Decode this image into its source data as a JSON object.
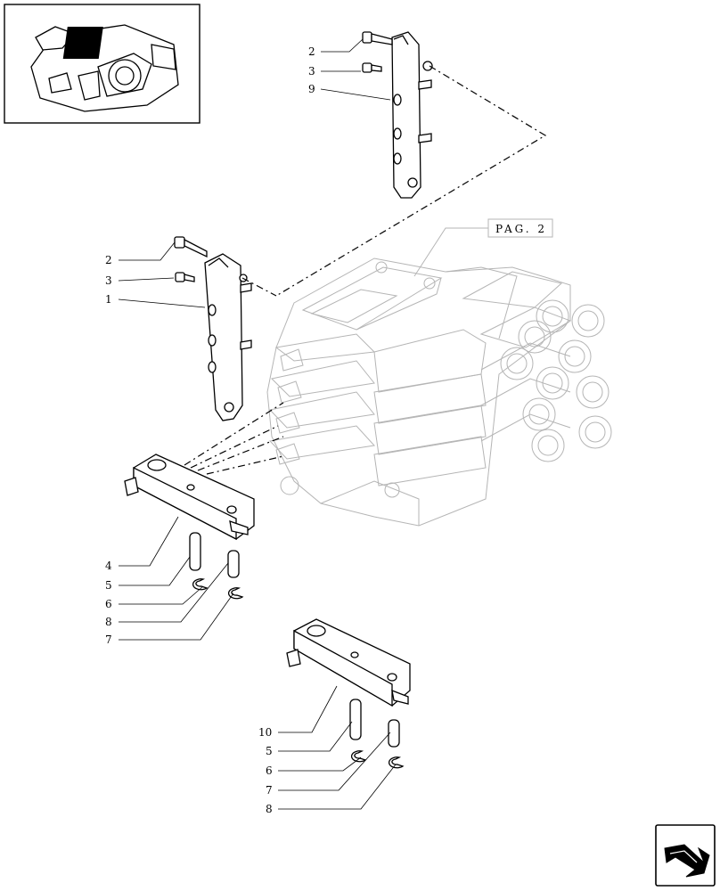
{
  "reference_box": {
    "label": "PAG. 2"
  },
  "callouts": {
    "upper_lever": [
      "2",
      "3",
      "9"
    ],
    "mid_lever": [
      "2",
      "3",
      "1"
    ],
    "link_assembly_a": [
      "4",
      "5",
      "6",
      "8",
      "7"
    ],
    "link_assembly_b": [
      "10",
      "5",
      "6",
      "7",
      "8"
    ]
  },
  "colors": {
    "ink": "#000000",
    "ghost_outline": "#b5b5b5",
    "background": "#ffffff"
  },
  "icons": {
    "nav_button": "curved-arrow-icon",
    "thumbnail": "assembly-thumbnail-icon"
  }
}
